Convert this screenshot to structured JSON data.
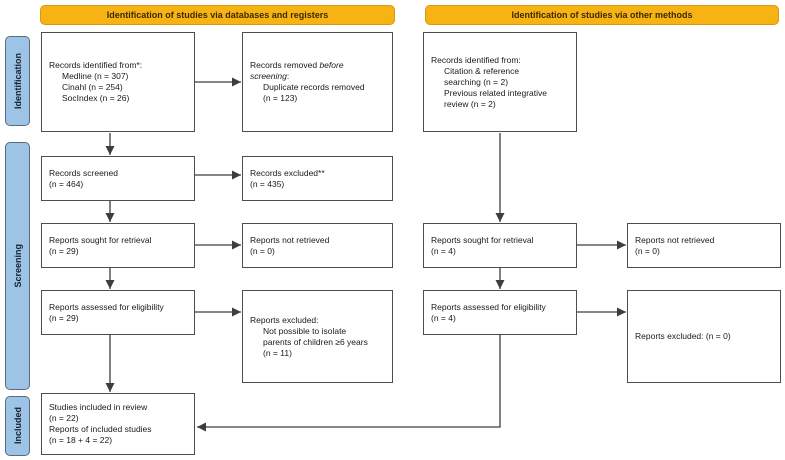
{
  "headers": {
    "left": "Identification of studies via databases and registers",
    "right": "Identification of studies via other methods"
  },
  "stages": {
    "identification": "Identification",
    "screening": "Screening",
    "included": "Included"
  },
  "colors": {
    "header_fill": "#F7B313",
    "header_border": "#D9980D",
    "header_text": "#3A2B00",
    "stage_fill": "#9DC3E6",
    "stage_border": "#5A6B7D",
    "box_border": "#4D4D4D",
    "arrow": "#3D3D3D"
  },
  "boxes": {
    "db_identified": {
      "title": "Records identified from*:",
      "items": [
        "Medline (n = 307)",
        "Cinahl (n = 254)",
        "SocIndex (n = 26)"
      ]
    },
    "removed_before": {
      "prefix": "Records removed ",
      "italic1": "before",
      "italic2": "screening",
      "suffix": ":",
      "items": [
        "Duplicate records removed",
        "(n = 123)"
      ]
    },
    "screened": {
      "line1": "Records screened",
      "line2": "(n = 464)"
    },
    "excluded": {
      "line1": "Records excluded**",
      "line2": "(n = 435)"
    },
    "sought_db": {
      "line1": "Reports sought for retrieval",
      "line2": "(n = 29)"
    },
    "not_retrieved_db": {
      "line1": "Reports not retrieved",
      "line2": "(n = 0)"
    },
    "assessed_db": {
      "line1": "Reports assessed for eligibility",
      "line2": "(n = 29)"
    },
    "reports_excluded_db": {
      "title": "Reports excluded:",
      "items": [
        "Not possible to isolate",
        "parents of children ≥6 years",
        "(n = 11)"
      ]
    },
    "included_box": {
      "lines": [
        "Studies included in review",
        "(n = 22)",
        "Reports of included studies",
        "(n = 18 + 4 = 22)"
      ]
    },
    "other_identified": {
      "title": "Records identified from:",
      "items": [
        "Citation & reference",
        "searching (n = 2)",
        "Previous related integrative",
        "review (n = 2)"
      ]
    },
    "sought_other": {
      "line1": "Reports sought for retrieval",
      "line2": "(n = 4)"
    },
    "not_retrieved_other": {
      "line1": "Reports not retrieved",
      "line2": "(n = 0)"
    },
    "assessed_other": {
      "line1": "Reports assessed for eligibility",
      "line2": "(n = 4)"
    },
    "reports_excluded_other": {
      "line1": "Reports excluded: (n = 0)"
    }
  }
}
